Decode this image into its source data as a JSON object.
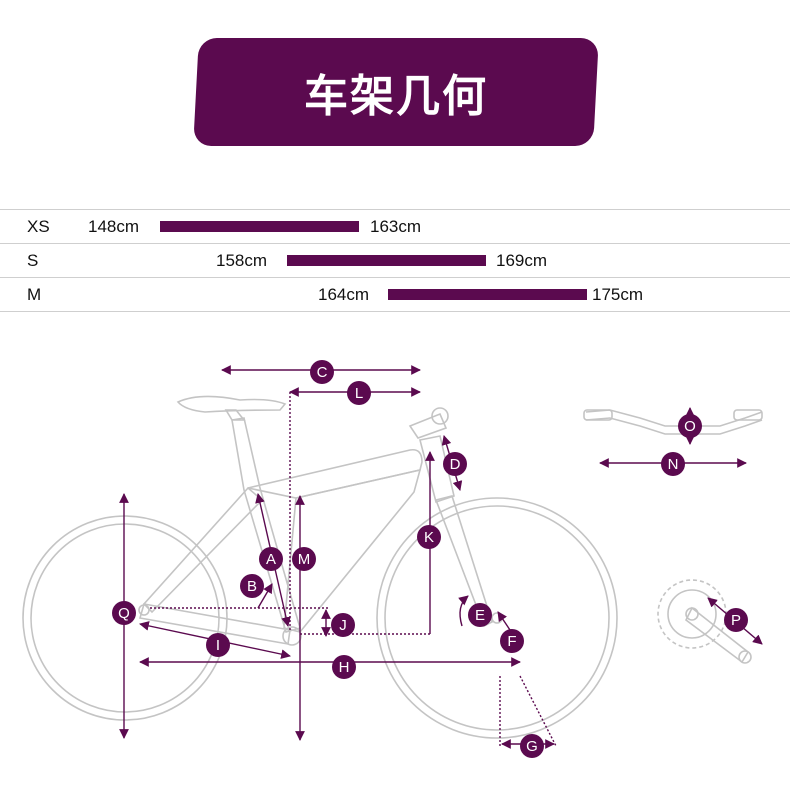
{
  "title": "车架几何",
  "sizes": [
    {
      "size": "XS",
      "min": "148cm",
      "max": "163cm"
    },
    {
      "size": "S",
      "min": "158cm",
      "max": "169cm"
    },
    {
      "size": "M",
      "min": "164cm",
      "max": "175cm"
    }
  ],
  "markers": {
    "A": "A",
    "B": "B",
    "C": "C",
    "D": "D",
    "E": "E",
    "F": "F",
    "G": "G",
    "H": "H",
    "I": "I",
    "J": "J",
    "K": "K",
    "L": "L",
    "M": "M",
    "N": "N",
    "O": "O",
    "P": "P",
    "Q": "Q"
  },
  "colors": {
    "accent": "#5b0a4f",
    "frame": "#cccccc",
    "text": "#111111"
  }
}
